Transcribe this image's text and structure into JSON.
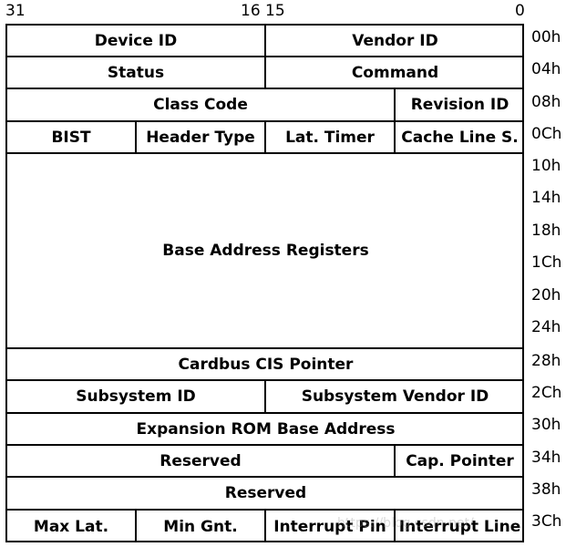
{
  "bit_labels": {
    "b31": "31",
    "b16": "16",
    "b15": "15",
    "b0": "0"
  },
  "fields": {
    "device_id": "Device ID",
    "vendor_id": "Vendor ID",
    "status": "Status",
    "command": "Command",
    "class_code": "Class Code",
    "revision_id": "Revision ID",
    "bist": "BIST",
    "header_type": "Header Type",
    "lat_timer": "Lat. Timer",
    "cache_line": "Cache Line S.",
    "bar": "Base Address Registers",
    "cardbus": "Cardbus CIS Pointer",
    "subsystem_id": "Subsystem ID",
    "subsystem_vendor_id": "Subsystem Vendor ID",
    "expansion_rom": "Expansion ROM Base Address",
    "reserved_34": "Reserved",
    "cap_pointer": "Cap. Pointer",
    "reserved_38": "Reserved",
    "max_lat": "Max Lat.",
    "min_gnt": "Min Gnt.",
    "interrupt_pin": "Interrupt Pin",
    "interrupt_line": "Interrupt Line"
  },
  "offsets": [
    "00h",
    "04h",
    "08h",
    "0Ch",
    "10h",
    "14h",
    "18h",
    "1Ch",
    "20h",
    "24h",
    "28h",
    "2Ch",
    "30h",
    "34h",
    "38h",
    "3Ch"
  ]
}
